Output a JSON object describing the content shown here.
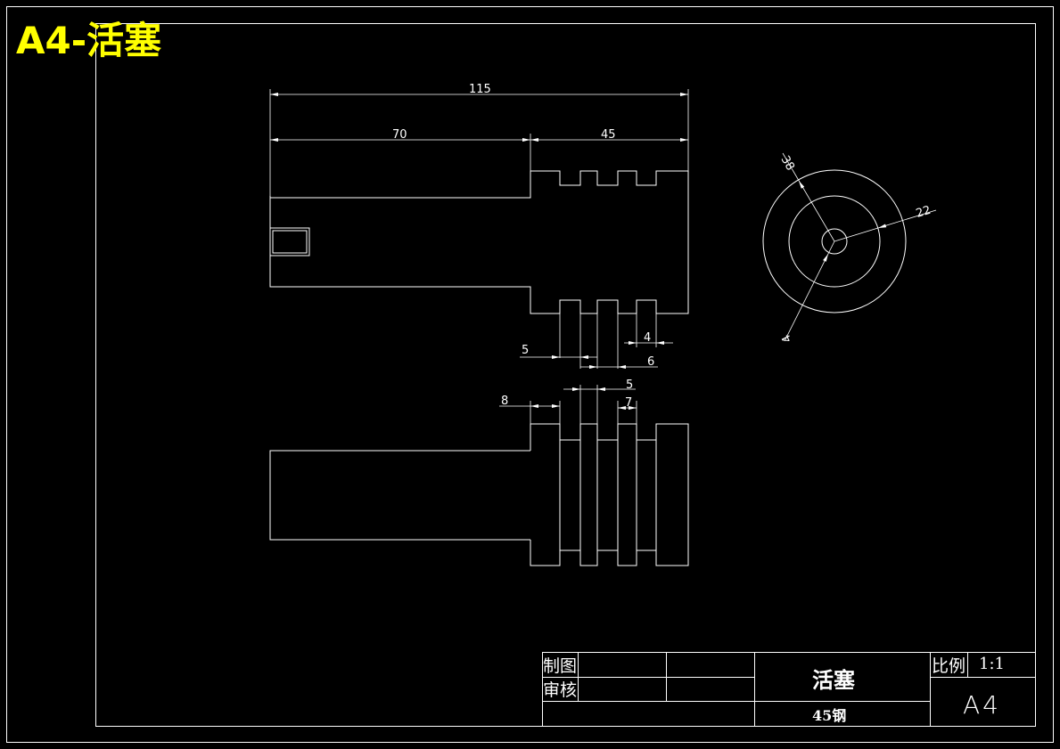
{
  "sheet": {
    "title": "A4-活塞"
  },
  "dimensions": {
    "overall_length": "115",
    "shaft_length": "70",
    "head_length": "45",
    "groove_width_5_upper": "5",
    "groove_depth_4": "4",
    "land_width_6": "6",
    "shoulder_8": "8",
    "land_5_lower": "5",
    "groove_7": "7",
    "diameter_38": "38",
    "diameter_22": "22",
    "diameter_4": "4"
  },
  "title_block": {
    "drawn_label": "制图",
    "checked_label": "审核",
    "part_name": "活塞",
    "material": "45钢",
    "scale_label": "比例",
    "scale_value": "1:1",
    "sheet_size": "A4"
  },
  "colors": {
    "background": "#000000",
    "lines": "#ffffff",
    "title": "#ffff00"
  }
}
